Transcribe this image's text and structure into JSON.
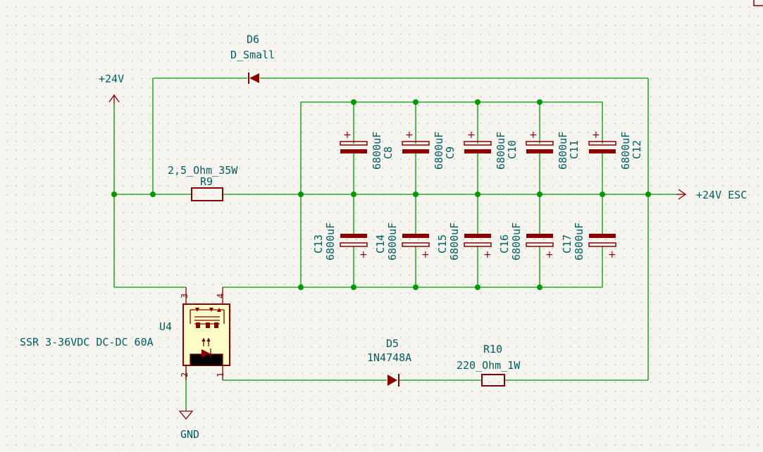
{
  "nets": {
    "plus24v": "+24V",
    "plus24v_esc": "+24V ESC",
    "gnd": "GND"
  },
  "components": {
    "d6": {
      "ref": "D6",
      "value": "D_Small"
    },
    "r9": {
      "ref": "R9",
      "value": "2,5_Ohm_35W"
    },
    "d5": {
      "ref": "D5",
      "value": "1N4748A"
    },
    "r10": {
      "ref": "R10",
      "value": "220_Ohm_1W"
    },
    "u4": {
      "ref": "U4",
      "value": "SSR 3-36VDC DC-DC 60A",
      "pins": [
        "3",
        "4",
        "2",
        "1"
      ]
    },
    "caps_top": [
      {
        "ref": "C8",
        "value": "6800uF"
      },
      {
        "ref": "C9",
        "value": "6800uF"
      },
      {
        "ref": "C10",
        "value": "6800uF"
      },
      {
        "ref": "C11",
        "value": "6800uF"
      },
      {
        "ref": "C12",
        "value": "6800uF"
      }
    ],
    "caps_bottom": [
      {
        "ref": "C13",
        "value": "6800uF"
      },
      {
        "ref": "C14",
        "value": "6800uF"
      },
      {
        "ref": "C15",
        "value": "6800uF"
      },
      {
        "ref": "C16",
        "value": "6800uF"
      },
      {
        "ref": "C17",
        "value": "6800uF"
      }
    ],
    "polarity_mark": "+"
  },
  "colors": {
    "wire": "#009900",
    "component": "#8b0000",
    "label": "#006060",
    "background": "#f5f4ef"
  }
}
